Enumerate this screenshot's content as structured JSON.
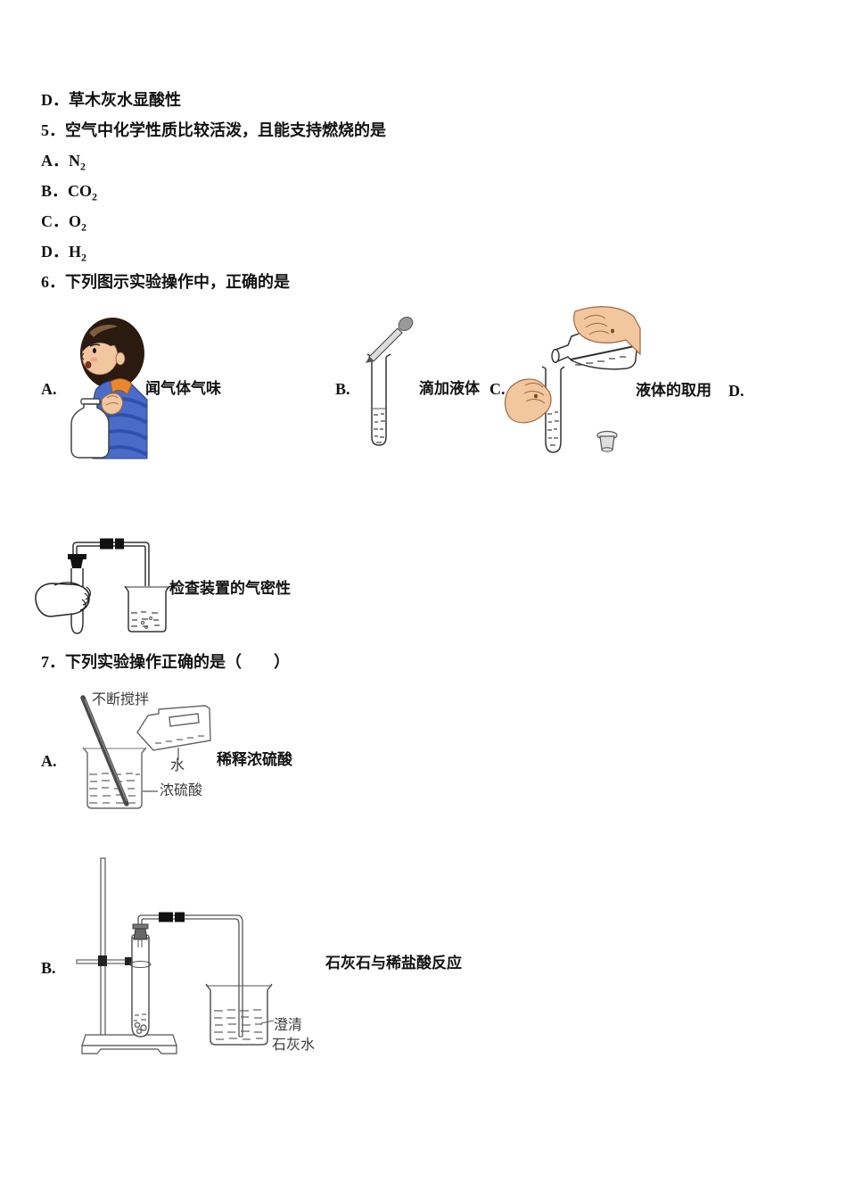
{
  "doc": {
    "prev_option_d": "D．草木灰水显酸性",
    "q5": {
      "stem": "5．空气中化学性质比较活泼，且能支持燃烧的是",
      "options": [
        {
          "prefix": "A．",
          "base": "N",
          "sub": "2"
        },
        {
          "prefix": "B．",
          "base": "CO",
          "sub": "2"
        },
        {
          "prefix": "C．",
          "base": "O",
          "sub": "2"
        },
        {
          "prefix": "D．",
          "base": "H",
          "sub": "2"
        }
      ]
    },
    "q6": {
      "stem": "6．下列图示实验操作中，正确的是",
      "a_label": "A.",
      "a_caption": "闻气体气味",
      "b_label": "B.",
      "b_caption": "滴加液体",
      "c_label": "C.",
      "c_caption": "液体的取用",
      "d_label": "D.",
      "d_caption": "检查装置的气密性"
    },
    "q7": {
      "stem": "7．下列实验操作正确的是（　　）",
      "a_label": "A.",
      "a_caption": "稀释浓硫酸",
      "a_ann": {
        "stir": "不断搅拌",
        "water": "水",
        "acid": "浓硫酸"
      },
      "b_label": "B.",
      "b_caption": "石灰石与稀盐酸反应",
      "b_ann": {
        "clear": "澄清",
        "limewater": "石灰水"
      }
    }
  },
  "art": {
    "skin": "#f2c69e",
    "hair": "#2a1a10",
    "hair_highlight": "#8a6544",
    "shirt": "#4a6cc8",
    "shirt_stripe": "#2c4da6",
    "collar": "#e8872f",
    "blush": "#f29a8a",
    "mouth": "#8a3020",
    "bulb_gray": "#9a9a9a",
    "label_red": "#9c2424",
    "rod_gray": "#4a4a4a"
  }
}
